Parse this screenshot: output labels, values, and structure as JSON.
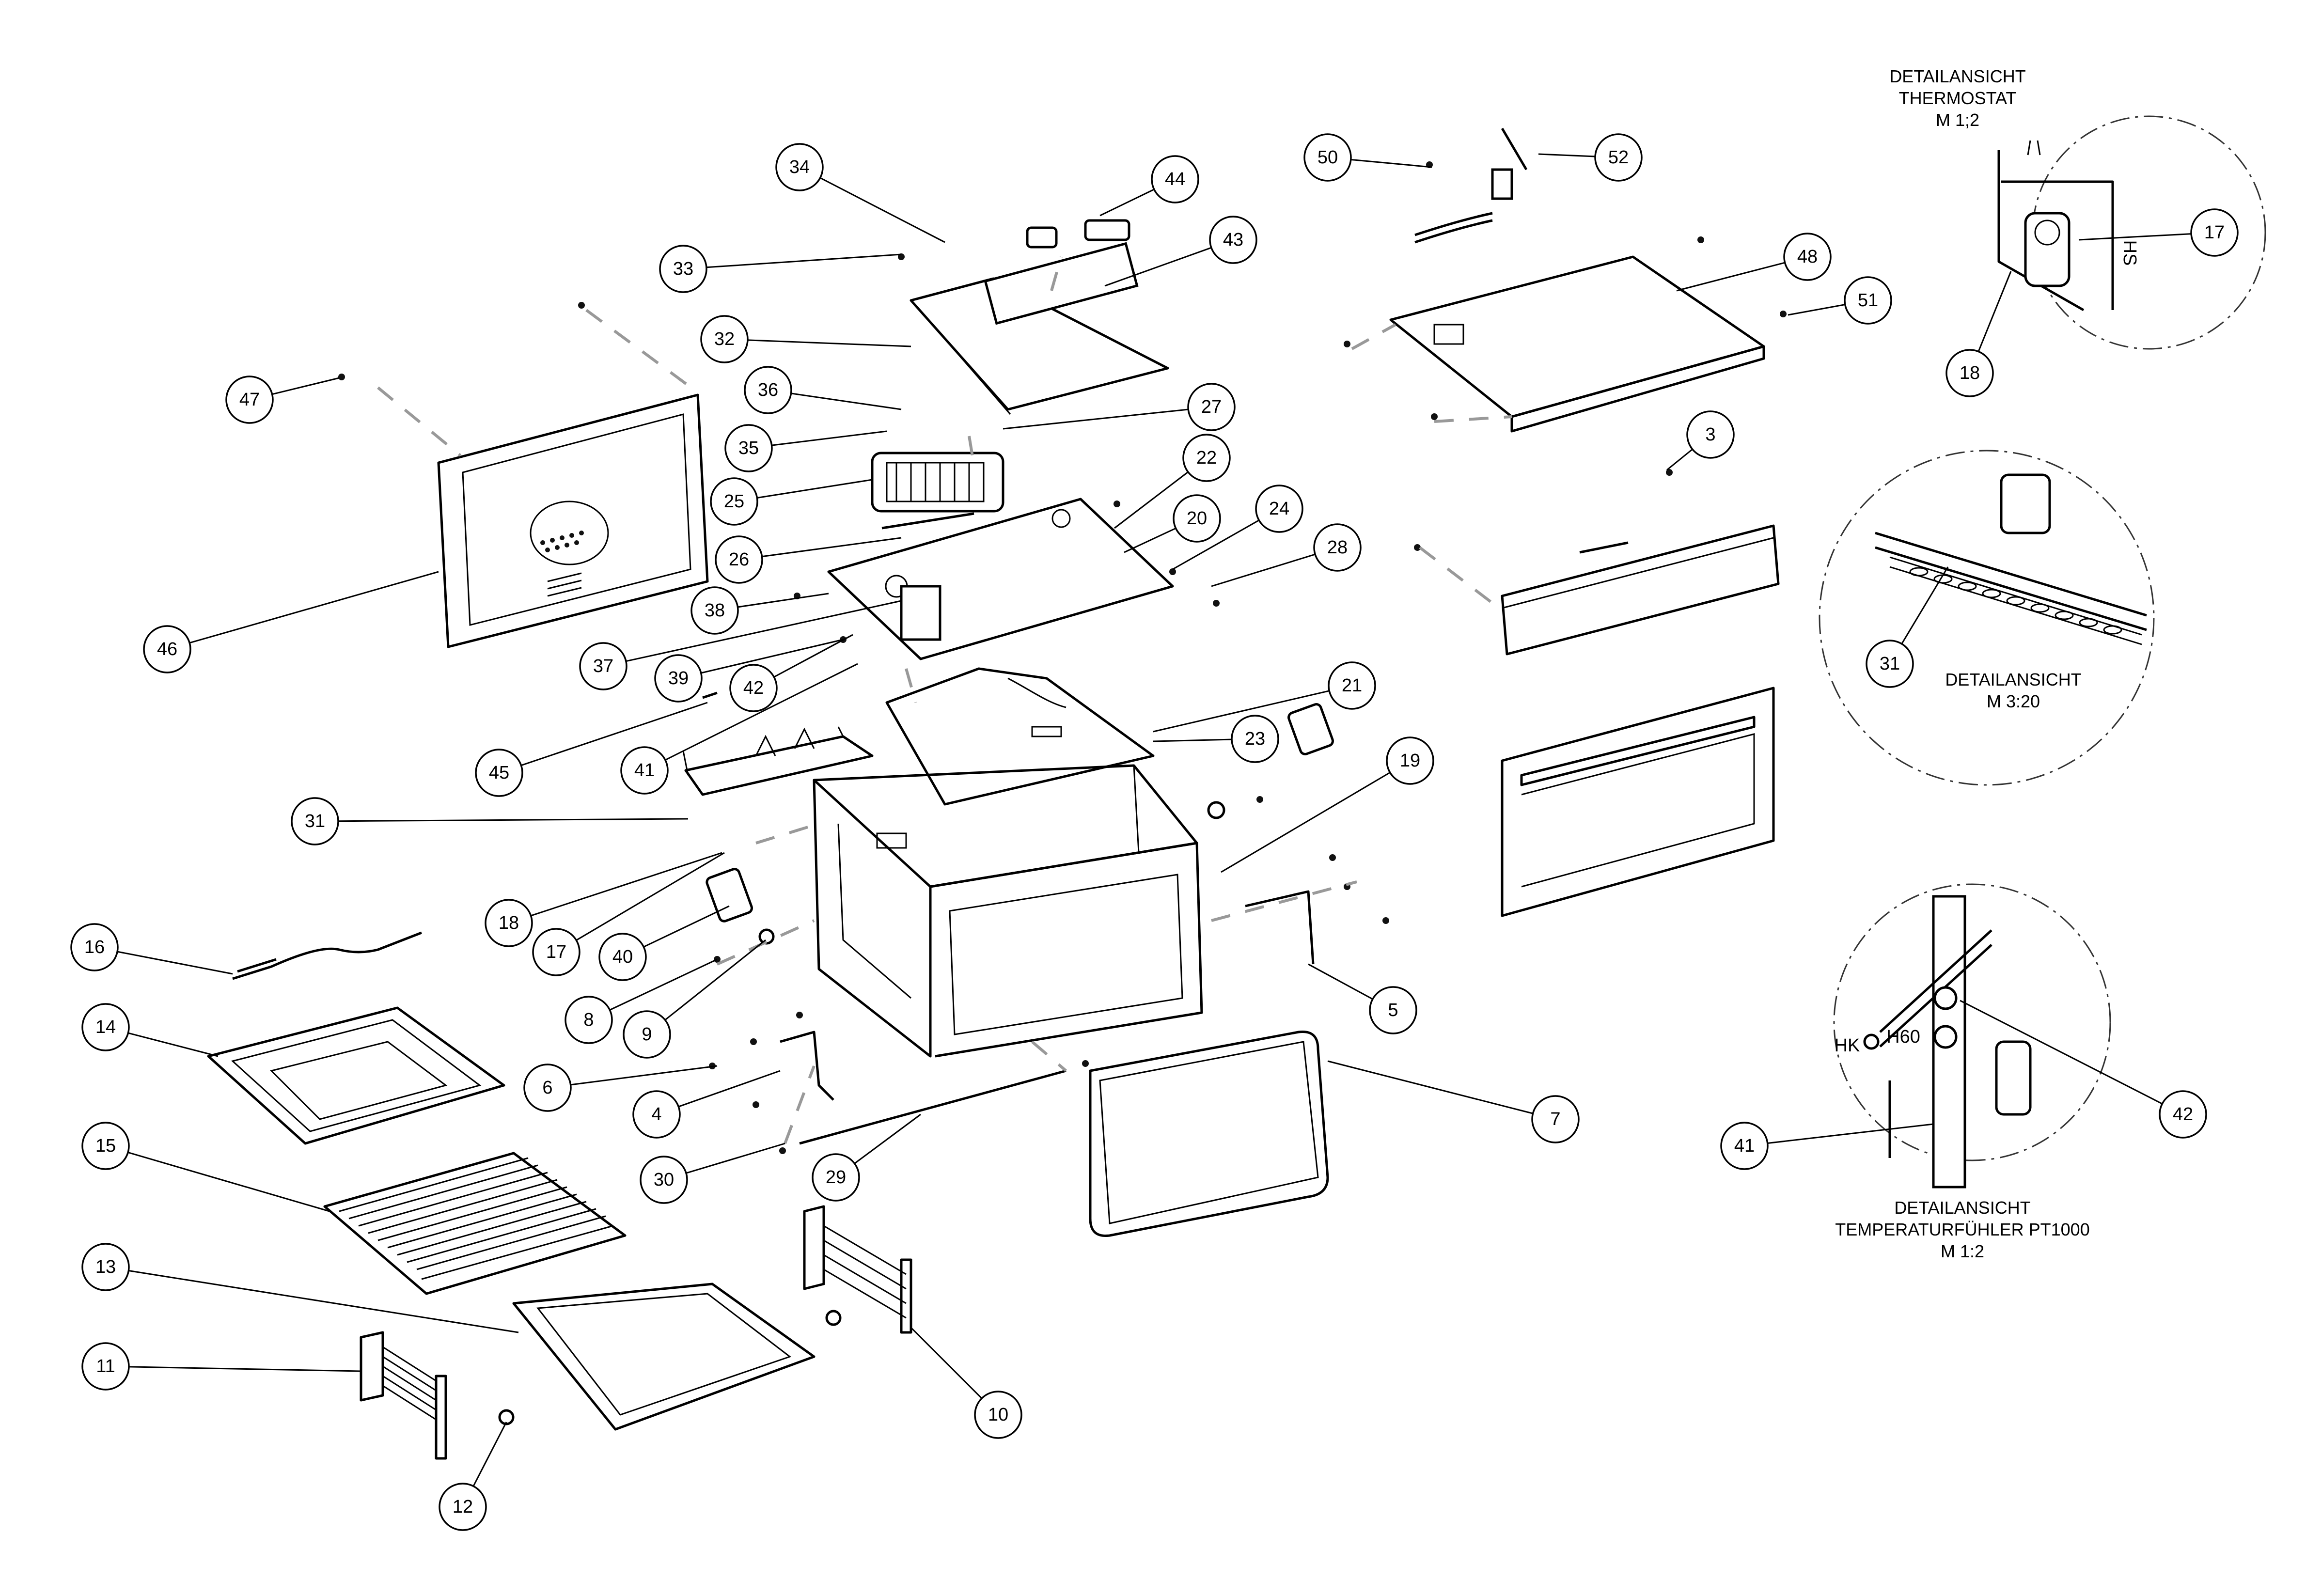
{
  "callouts": [
    {
      "n": "3"
    },
    {
      "n": "4"
    },
    {
      "n": "5"
    },
    {
      "n": "6"
    },
    {
      "n": "7"
    },
    {
      "n": "8"
    },
    {
      "n": "9"
    },
    {
      "n": "10"
    },
    {
      "n": "11"
    },
    {
      "n": "12"
    },
    {
      "n": "13"
    },
    {
      "n": "14"
    },
    {
      "n": "15"
    },
    {
      "n": "16"
    },
    {
      "n": "17"
    },
    {
      "n": "18"
    },
    {
      "n": "19"
    },
    {
      "n": "20"
    },
    {
      "n": "21"
    },
    {
      "n": "22"
    },
    {
      "n": "23"
    },
    {
      "n": "24"
    },
    {
      "n": "25"
    },
    {
      "n": "26"
    },
    {
      "n": "27"
    },
    {
      "n": "28"
    },
    {
      "n": "29"
    },
    {
      "n": "30"
    },
    {
      "n": "31"
    },
    {
      "n": "32"
    },
    {
      "n": "33"
    },
    {
      "n": "34"
    },
    {
      "n": "35"
    },
    {
      "n": "36"
    },
    {
      "n": "37"
    },
    {
      "n": "38"
    },
    {
      "n": "39"
    },
    {
      "n": "40"
    },
    {
      "n": "41"
    },
    {
      "n": "42"
    },
    {
      "n": "43"
    },
    {
      "n": "44"
    },
    {
      "n": "45"
    },
    {
      "n": "46"
    },
    {
      "n": "47"
    },
    {
      "n": "48"
    },
    {
      "n": "50"
    },
    {
      "n": "51"
    },
    {
      "n": "52"
    },
    {
      "n": "17"
    },
    {
      "n": "18"
    },
    {
      "n": "31"
    },
    {
      "n": "41"
    },
    {
      "n": "42"
    }
  ],
  "details": {
    "thermostat": {
      "line1": "DETAILANSICHT",
      "line2": "THERMOSTAT",
      "line3": "M 1;2"
    },
    "rail": {
      "line1": "DETAILANSICHT",
      "line2": "M 3:20"
    },
    "sensor": {
      "line1": "DETAILANSICHT",
      "line2": "TEMPERATURFÜHLER PT1000",
      "line3": "M 1:2"
    }
  },
  "markings": {
    "hs": "HS",
    "hk": "HK",
    "h60": "H60"
  }
}
